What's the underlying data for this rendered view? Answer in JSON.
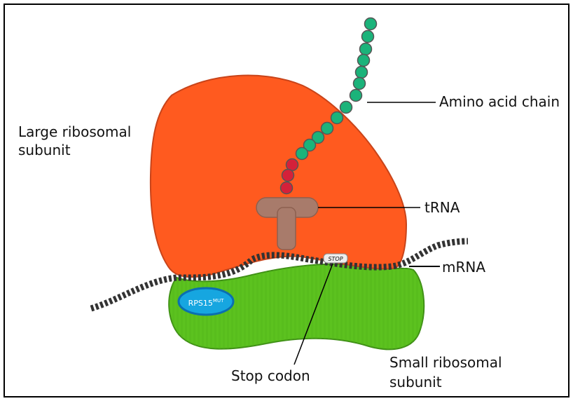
{
  "labels": {
    "large_subunit_line1": "Large ribosomal",
    "large_subunit_line2": "subunit",
    "amino_acid_chain": "Amino acid chain",
    "trna": "tRNA",
    "mrna": "mRNA",
    "stop_codon": "Stop codon",
    "small_subunit_line1": "Small ribosomal",
    "small_subunit_line2": "subunit",
    "stop_tag": "STOP",
    "rps15": "RPS15",
    "rps15_sup": "MUT"
  },
  "colors": {
    "large_subunit": "#ff5a1f",
    "large_subunit_edge": "#c8441a",
    "small_subunit": "#5cc21f",
    "small_subunit_edge": "#3f8f16",
    "chain_bead_green": "#1bb37a",
    "chain_bead_red": "#d4213a",
    "trna": "#a87b6b",
    "rps15_fill": "#16a6e0",
    "rps15_edge": "#0b6fb0",
    "mrna": "#333333",
    "border": "#000000"
  }
}
